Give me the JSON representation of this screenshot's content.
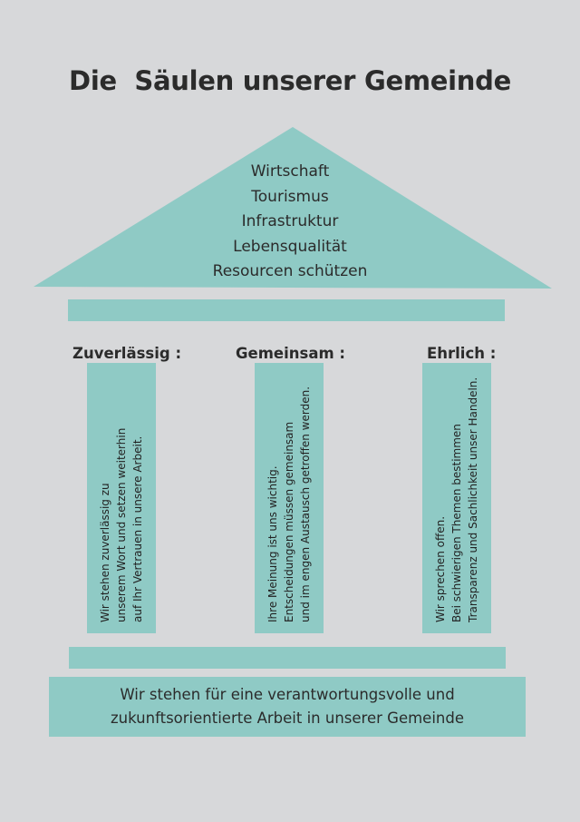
{
  "title": "Die  Säulen unserer Gemeinde",
  "colors": {
    "background": "#d7d8da",
    "accent": "#8fcac5",
    "text": "#2b2b2b"
  },
  "roof": {
    "lines": [
      "Wirtschaft",
      "Tourismus",
      "Infrastruktur",
      "Lebensqualität",
      "Resourcen schützen"
    ]
  },
  "pillars": [
    {
      "heading": "Zuverlässig :",
      "lines": [
        "Wir stehen zuverlässig zu",
        "unserem Wort und setzen weiterhin",
        "auf Ihr Vertrauen in unsere Arbeit."
      ]
    },
    {
      "heading": "Gemeinsam :",
      "lines": [
        "Ihre Meinung ist uns wichtig.",
        "Entscheidungen müssen gemeinsam",
        "und im engen Austausch getroffen werden."
      ]
    },
    {
      "heading": "Ehrlich :",
      "lines": [
        "Wir sprechen offen.",
        "Bei schwierigen Themen bestimmen",
        "Transparenz und Sachlichkeit unser Handeln."
      ]
    }
  ],
  "base": {
    "lines": [
      "Wir stehen für eine verantwortungsvolle  und",
      "zukunftsorientierte Arbeit in unserer Gemeinde"
    ]
  }
}
